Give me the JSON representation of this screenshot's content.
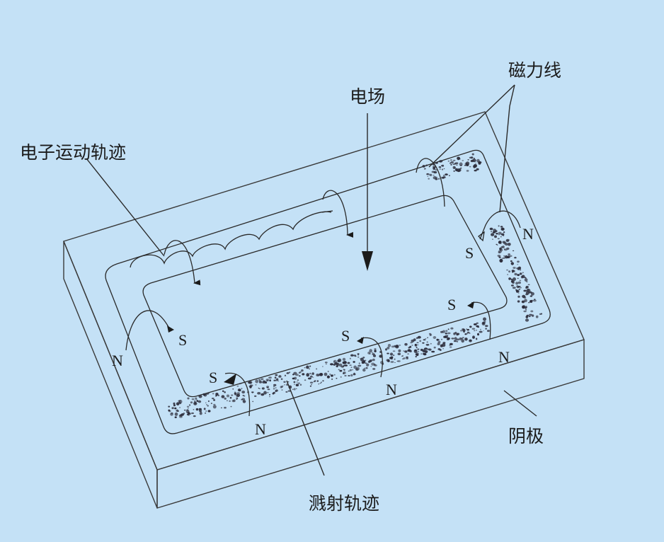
{
  "labels": {
    "electron_trajectory": "电子运动轨迹",
    "electric_field": "电场",
    "magnetic_field_lines": "磁力线",
    "cathode": "阴极",
    "sputter_track": "溅射轨迹"
  },
  "poles": {
    "north": "N",
    "south": "S"
  },
  "colors": {
    "background": "#c4e1f6",
    "block_top": "#c9e4f7",
    "block_front": "#bcdcf2",
    "block_side": "#b2d5ee",
    "track_fill": "#d7e9f6",
    "speckle": "#2c2c3a",
    "line": "#2a2a2a"
  }
}
